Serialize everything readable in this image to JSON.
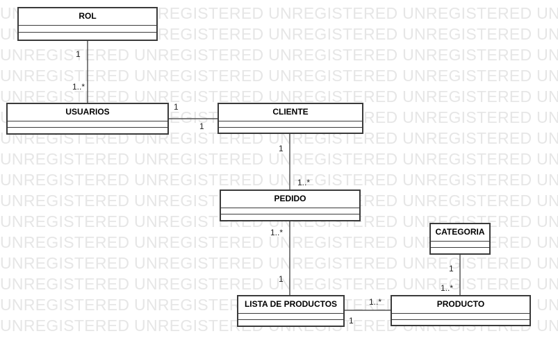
{
  "watermark": {
    "text": "UNREGISTERED UNREGISTERED UNREGISTERED UNREGISTERED UNREGISTERED"
  },
  "classes": {
    "rol": "ROL",
    "usuarios": "USUARIOS",
    "cliente": "CLIENTE",
    "pedido": "PEDIDO",
    "lista": "LISTA DE PRODUCTOS",
    "categoria": "CATEGORIA",
    "producto": "PRODUCTO"
  },
  "associations": {
    "rol_usuarios": {
      "rol_end": "1",
      "usuarios_end": "1..*"
    },
    "usuarios_cliente": {
      "usuarios_end": "1",
      "cliente_end": "1"
    },
    "cliente_pedido": {
      "cliente_end": "1",
      "pedido_end": "1..*"
    },
    "pedido_lista": {
      "pedido_end": "1..*",
      "lista_end": "1"
    },
    "lista_producto": {
      "lista_end": "1",
      "producto_end": "1..*"
    },
    "categoria_producto": {
      "categoria_end": "1",
      "producto_end": "1..*"
    }
  }
}
